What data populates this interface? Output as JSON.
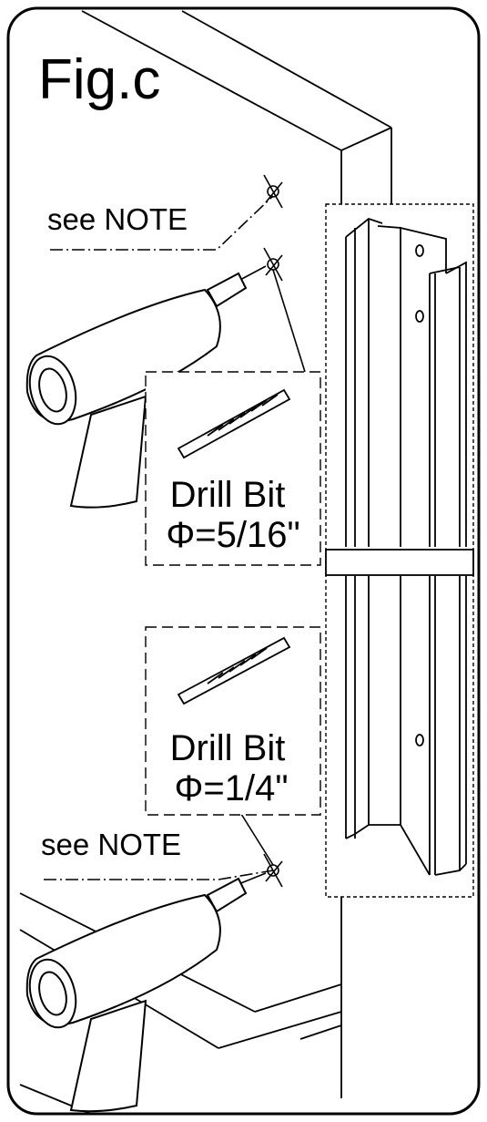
{
  "figure": {
    "title": "Fig.c"
  },
  "notes": {
    "upper": "see NOTE",
    "lower": "see NOTE"
  },
  "drill_bits": [
    {
      "name": "Drill Bit",
      "size": "Φ=5/16\""
    },
    {
      "name": "Drill Bit",
      "size": "Φ=1/4\""
    }
  ]
}
